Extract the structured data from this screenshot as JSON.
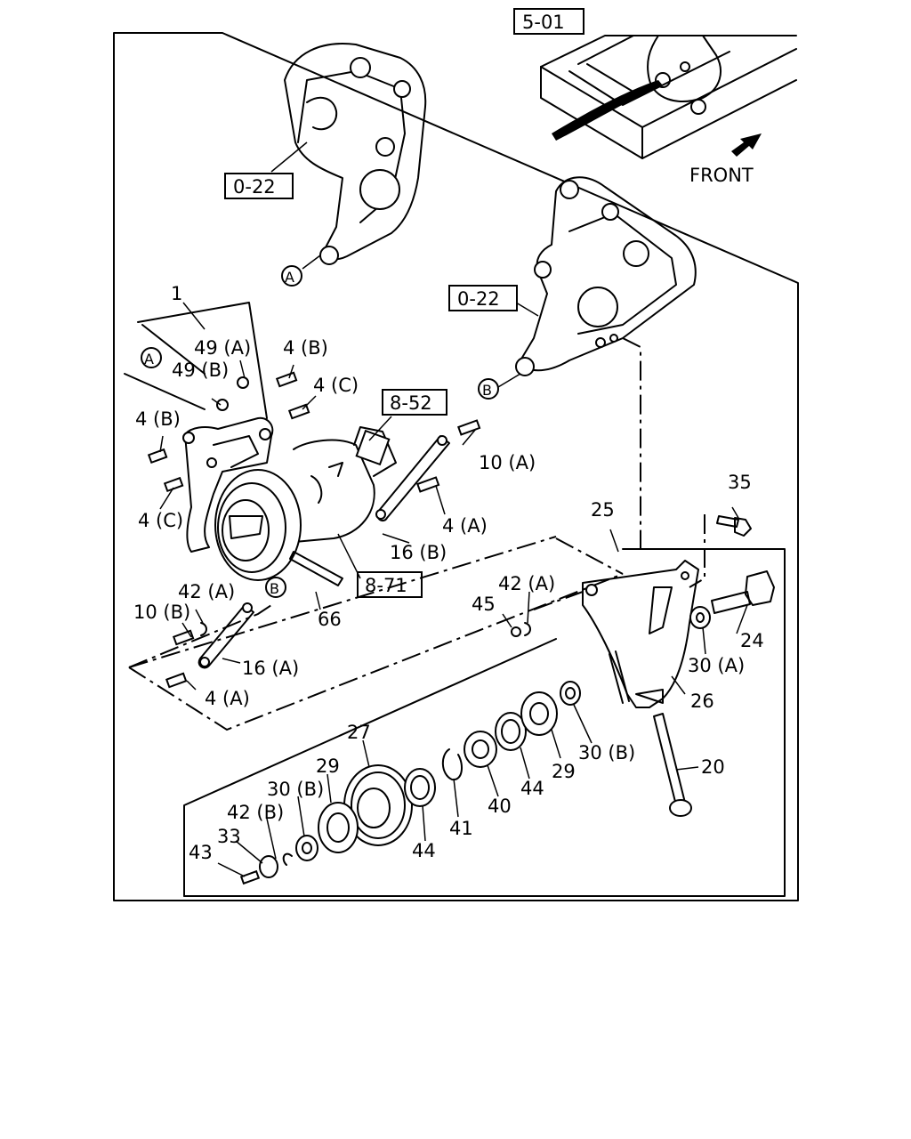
{
  "references": {
    "ref_5_01": "5-01",
    "ref_0_22_a": "0-22",
    "ref_0_22_b": "0-22",
    "ref_8_52": "8-52",
    "ref_8_71": "8-71"
  },
  "front_label": "FRONT",
  "circle_markers": {
    "a_upper": "A",
    "a_left": "A",
    "b_right": "B",
    "b_lower": "B"
  },
  "parts": {
    "p1": "1",
    "p49a": "49 (A)",
    "p49b": "49 (B)",
    "p4b_top": "4 (B)",
    "p4c_top": "4 (C)",
    "p4b_left": "4 (B)",
    "p4c_left": "4 (C)",
    "p10a": "10 (A)",
    "p4a_mid": "4 (A)",
    "p16b": "16 (B)",
    "p66": "66",
    "p42a_left": "42 (A)",
    "p10b": "10 (B)",
    "p16a": "16 (A)",
    "p4a_low": "4 (A)",
    "p35": "35",
    "p25": "25",
    "p42a_right": "42 (A)",
    "p45": "45",
    "p24": "24",
    "p30a": "30 (A)",
    "p26": "26",
    "p30b_right": "30 (B)",
    "p20": "20",
    "p27": "27",
    "p29_left": "29",
    "p30b_left": "30 (B)",
    "p42b": "42 (B)",
    "p33": "33",
    "p43": "43",
    "p44_left": "44",
    "p41": "41",
    "p40": "40",
    "p44_right": "44",
    "p29_right": "29"
  }
}
